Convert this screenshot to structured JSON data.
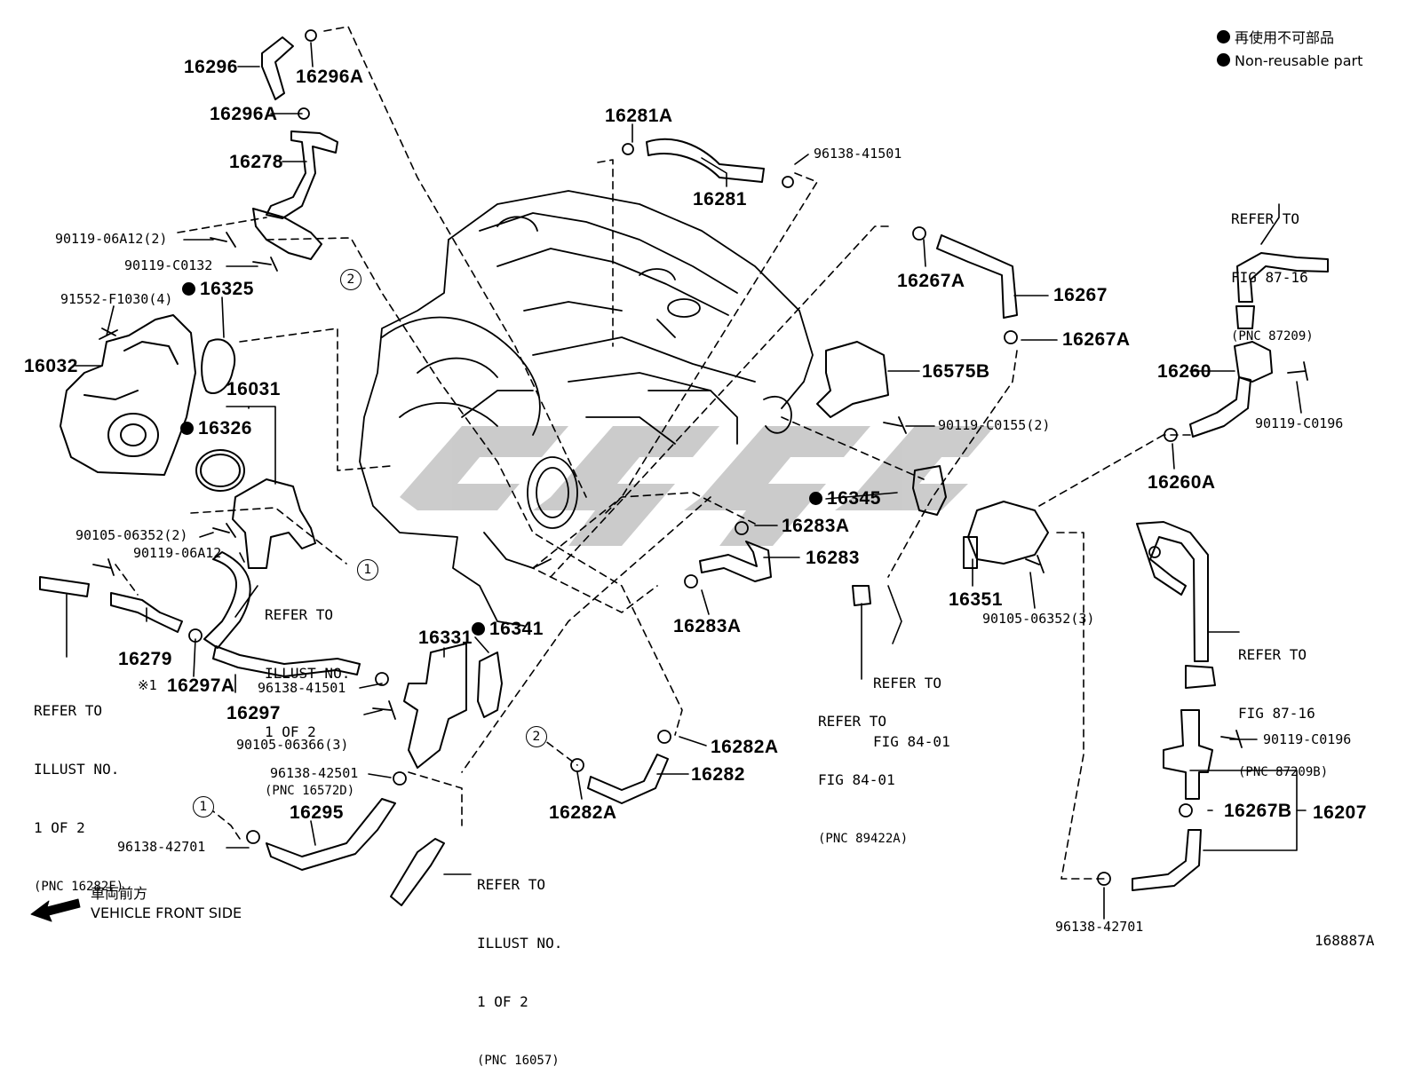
{
  "legend": {
    "jp": "再使用不可部品",
    "en": "Non-reusable part"
  },
  "front_side": {
    "jp": "車両前方",
    "en": "VEHICLE FRONT SIDE"
  },
  "figure_id": "168887A",
  "note_mark": "※1",
  "callouts": {
    "c1": "1",
    "c2": "2"
  },
  "labels": {
    "p16296": "16296",
    "p16296A_a": "16296A",
    "p16296A_b": "16296A",
    "p16278": "16278",
    "p90119_06A12_2": "90119-06A12(2)",
    "p90119_C0132": "90119-C0132",
    "p16325": "16325",
    "p91552": "91552-F1030(4)",
    "p16032": "16032",
    "p16031": "16031",
    "p16326": "16326",
    "p90105_06352_2": "90105-06352(2)",
    "p90119_06A12": "90119-06A12",
    "p16279": "16279",
    "p16297A": "16297A",
    "p16297": "16297",
    "p96138_41501_a": "96138-41501",
    "p16331": "16331",
    "p16341": "16341",
    "p90105_06366": "90105-06366(3)",
    "p96138_42501": "96138-42501",
    "p16295": "16295",
    "p96138_42701_a": "96138-42701",
    "p16281A": "16281A",
    "p96138_41501_b": "96138-41501",
    "p16281": "16281",
    "p16267A_a": "16267A",
    "p16267": "16267",
    "p16267A_b": "16267A",
    "p16575B": "16575B",
    "p90119_C0155": "90119-C0155(2)",
    "p16345": "16345",
    "p16283A_a": "16283A",
    "p16283": "16283",
    "p16283A_b": "16283A",
    "p16351": "16351",
    "p90105_06352_3": "90105-06352(3)",
    "p16282A_a": "16282A",
    "p16282": "16282",
    "p16282A_b": "16282A",
    "p16260": "16260",
    "p90119_C0196_a": "90119-C0196",
    "p16260A": "16260A",
    "p90119_C0196_b": "90119-C0196",
    "p16267B": "16267B",
    "p16207": "16207",
    "p96138_42701_b": "96138-42701"
  },
  "references": {
    "r_illust_16572D": [
      "REFER TO",
      "ILLUST NO.",
      "1 OF 2",
      "(PNC 16572D)"
    ],
    "r_illust_16282F": [
      "REFER TO",
      "ILLUST NO.",
      "1 OF 2",
      "(PNC 16282F)"
    ],
    "r_illust_16057": [
      "REFER TO",
      "ILLUST NO.",
      "1 OF 2",
      "(PNC 16057)"
    ],
    "r_fig84_a": [
      "REFER TO",
      "FIG 84-01"
    ],
    "r_fig84_b": [
      "REFER TO",
      "FIG 84-01",
      "(PNC 89422A)"
    ],
    "r_fig87_top": [
      "REFER TO",
      "FIG 87-16",
      "(PNC 87209)"
    ],
    "r_fig87_mid": [
      "REFER TO",
      "FIG 87-16",
      "(PNC 87209B)"
    ]
  }
}
